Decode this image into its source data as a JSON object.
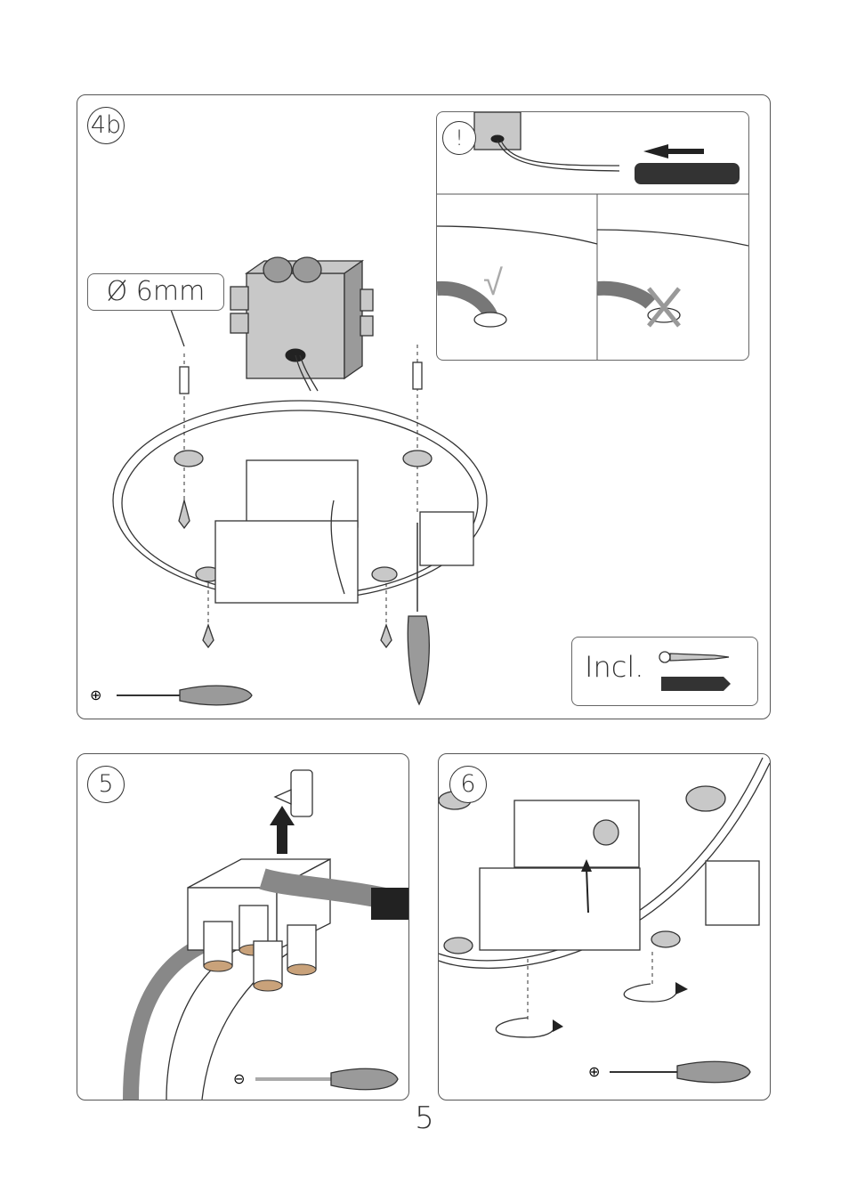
{
  "panel_4b": {
    "step_label": "4b",
    "hole_callout": "Ø 6mm",
    "warning_mark": "!",
    "included_label": "Incl.",
    "screwdriver_symbol": "⊕",
    "icons": [
      "junction-box",
      "wall-plug",
      "screw",
      "phillips-screwdriver",
      "insulation-sleeve",
      "check-mark",
      "cross-mark"
    ]
  },
  "panel_5": {
    "step_label": "5",
    "screwdriver_symbol": "⊖",
    "icons": [
      "terminal-block",
      "cable",
      "flat-screwdriver",
      "up-arrow"
    ]
  },
  "panel_6": {
    "step_label": "6",
    "screwdriver_symbol": "⊕",
    "icons": [
      "driver-box",
      "mounting-plate",
      "rotate-arrow",
      "phillips-screwdriver"
    ]
  },
  "page_number": "5"
}
